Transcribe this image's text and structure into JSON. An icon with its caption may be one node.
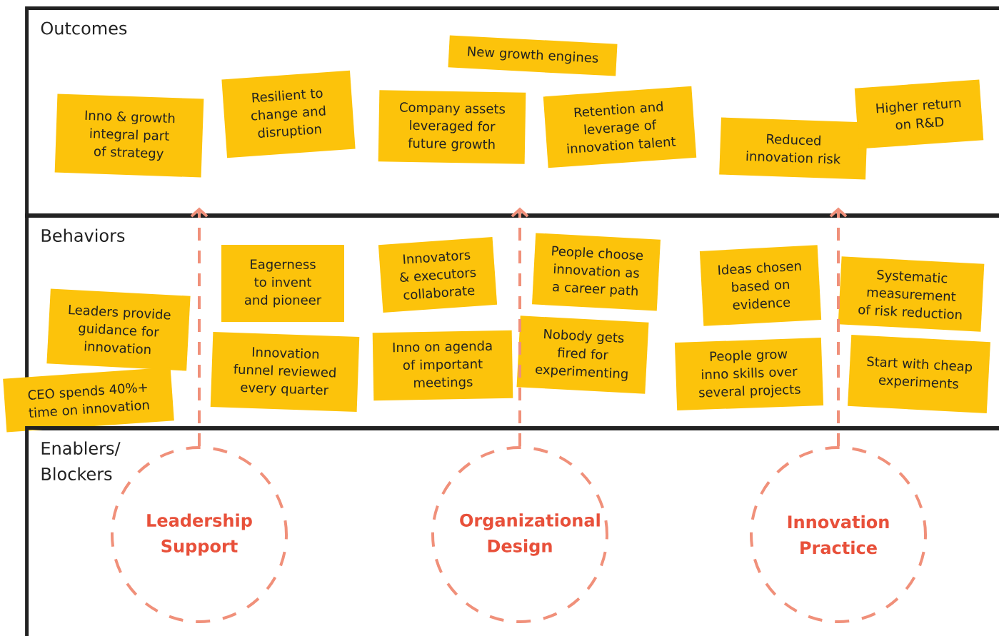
{
  "diagram": {
    "nodes": [
      {
        "text": [
          "Outcomes"
        ]
      },
      {
        "text": [
          "Inno & growth integral part of strategy"
        ],
        "in": 0
      },
      {
        "text": [
          "Resilient to change and disruption"
        ],
        "in": 0
      },
      {
        "text": [
          "New growth engines"
        ],
        "in": 0
      },
      {
        "text": [
          "Company assets leveraged for future growth"
        ],
        "in": 0
      },
      {
        "text": [
          "Retention and leverage of innovation talent"
        ],
        "in": 0
      },
      {
        "text": [
          "Reduced innovation risk"
        ],
        "in": 0
      },
      {
        "text": [
          "Higher return on R&D"
        ],
        "in": 0
      },
      {
        "text": [
          "Behaviors"
        ]
      },
      {
        "text": [
          "Eagerness to invent and pioneer"
        ],
        "in": 8
      },
      {
        "text": [
          "Innovators & executors collaborate"
        ],
        "in": 8
      },
      {
        "text": [
          "People choose innovation as a career path"
        ],
        "in": 8
      },
      {
        "text": [
          "Leaders provide guidance for innovation"
        ],
        "in": 8
      },
      {
        "text": [
          "Ideas chosen based on evidence"
        ],
        "in": 8
      },
      {
        "text": [
          "Systematic measurement of risk reduction"
        ],
        "in": 8
      },
      {
        "text": [
          "Innovation funnel reviewed every quarter"
        ],
        "in": 8
      },
      {
        "text": [
          "Inno on agenda of important meetings"
        ],
        "in": 8
      },
      {
        "text": [
          "Nobody gets fired for experimenting"
        ],
        "in": 8
      },
      {
        "text": [
          "People grow inno skills over several projects"
        ],
        "in": 8
      },
      {
        "text": [
          "Start with cheap experiments"
        ],
        "in": 8
      },
      {
        "text": [
          "CEO spends 40%+ time on innovation"
        ]
      },
      {
        "text": [
          "Enablers/ Blockers"
        ]
      },
      {
        "text": [
          "Leadership Support"
        ],
        "in": 21
      },
      {
        "text": [
          "Organizational Design"
        ],
        "in": 21
      },
      {
        "text": [
          "Innovation Practice"
        ],
        "in": 21
      }
    ],
    "edges": [
      {
        "from": 22,
        "to": 0,
        "arrow": "to",
        "style": "dashed"
      },
      {
        "from": 23,
        "to": 0,
        "arrow": "to",
        "style": "dashed"
      },
      {
        "from": 24,
        "to": 0,
        "arrow": "to",
        "style": "dashed"
      }
    ]
  }
}
